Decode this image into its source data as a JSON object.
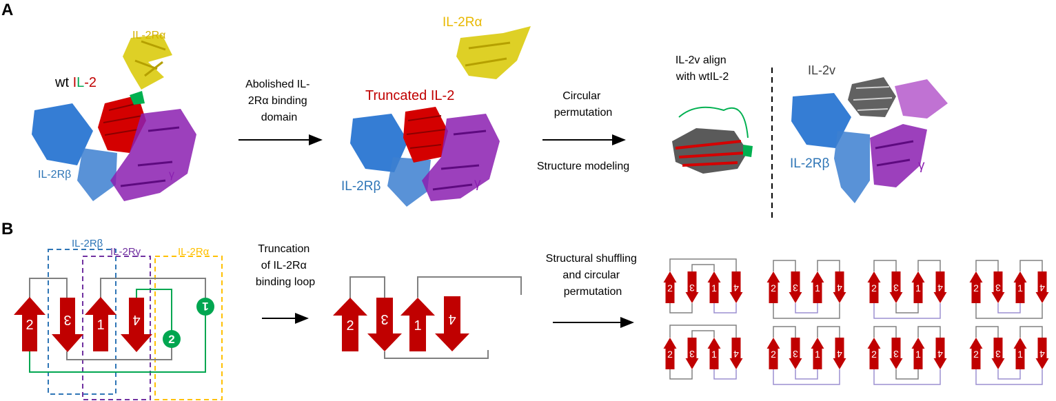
{
  "panel_a": {
    "letter": "A",
    "wt": {
      "prefix": "wt ",
      "i": "I",
      "l": "L",
      "dash2": "-2"
    },
    "ra1": "IL-2Rα",
    "rb1": "IL-2Rβ",
    "g1": "γ",
    "arrow1_lines": [
      "Abolished IL-",
      "2Rα binding",
      "domain"
    ],
    "ra2": "IL-2Rα",
    "trunc": "Truncated IL-2",
    "rb2": "IL-2Rβ",
    "g2": "γ",
    "arrow2_top": [
      "Circular",
      "permutation"
    ],
    "arrow2_bottom": "Structure modeling",
    "align_lines": [
      "IL-2v align",
      "with wtIL-2"
    ],
    "v_label": "IL-2v",
    "rb3": "IL-2Rβ",
    "g3": "γ"
  },
  "panel_b": {
    "letter": "B",
    "box_rb": "IL-2Rβ",
    "box_rg": "IL-2Rγ",
    "box_ra": "IL-2Rα",
    "strand_labels": [
      "2",
      "3",
      "1",
      "4"
    ],
    "loop_labels": [
      "1",
      "2"
    ],
    "arrow1_lines": [
      "Truncation",
      "of IL-2Rα",
      "binding loop"
    ],
    "arrow2_lines": [
      "Structural shuffling",
      "and circular",
      "permutation"
    ]
  },
  "colors": {
    "red": "#c00000",
    "green": "#00a650",
    "blue": "#2e75b6",
    "purple": "#7030a0",
    "gold": "#ffc000",
    "gray": "#808080",
    "lavender": "#9b8fd1"
  }
}
